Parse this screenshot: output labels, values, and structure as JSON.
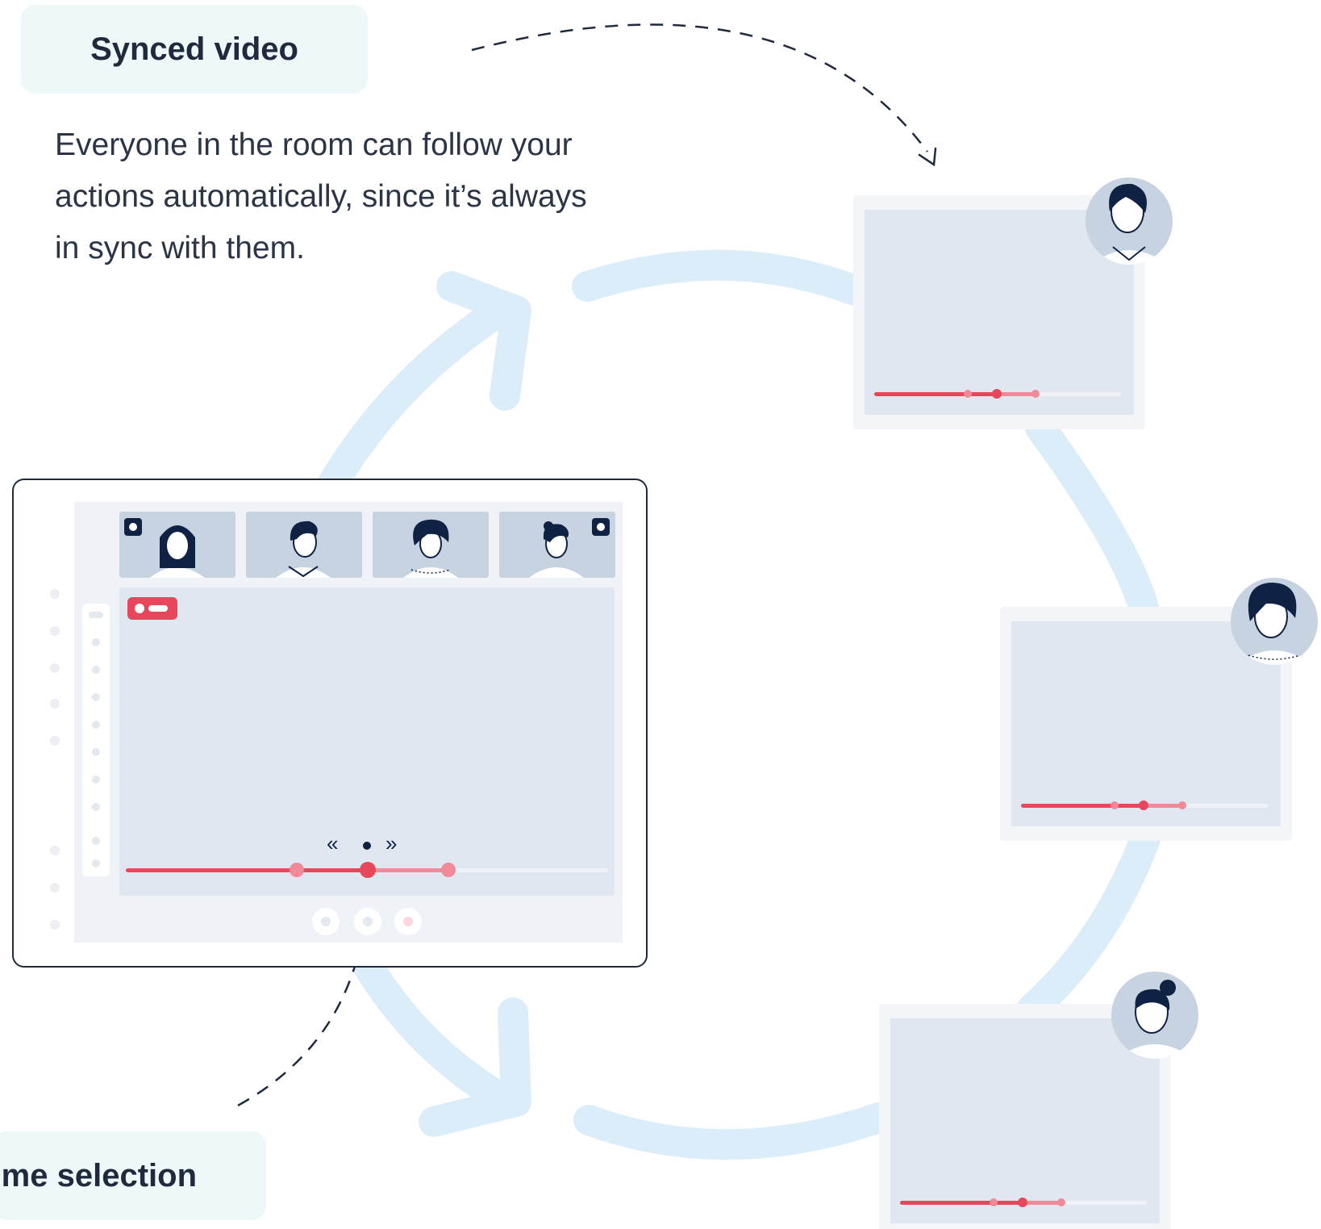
{
  "labels": {
    "synced_video": "Synced video",
    "time_selection": "me selection"
  },
  "description": "Everyone in the room can follow your actions automatically, since it’s always in sync with them.",
  "colors": {
    "flow_arrow": "#dcedfa",
    "panel_outer": "#f3f5f9",
    "panel_inner": "#e0e7f0",
    "progress_red": "#e8475b",
    "progress_pink": "#f08a98",
    "progress_track": "#f0f2f6",
    "navy": "#0f2244",
    "avatar_bg": "#c7d3e0",
    "label_bg": "#eef8f9"
  },
  "player": {
    "controls_left": "«",
    "controls_right": "»",
    "progress_played_fraction": 0.5,
    "participants": [
      "participant-long-hair",
      "participant-short-hair",
      "participant-curly-hair",
      "participant-bun-hair"
    ]
  },
  "receivers": [
    {
      "name": "receiver-top",
      "avatar": "short-hair-avatar",
      "played_fraction": 0.49
    },
    {
      "name": "receiver-middle",
      "avatar": "curly-hair-avatar",
      "played_fraction": 0.49
    },
    {
      "name": "receiver-bottom",
      "avatar": "bun-hair-avatar",
      "played_fraction": 0.49
    }
  ]
}
